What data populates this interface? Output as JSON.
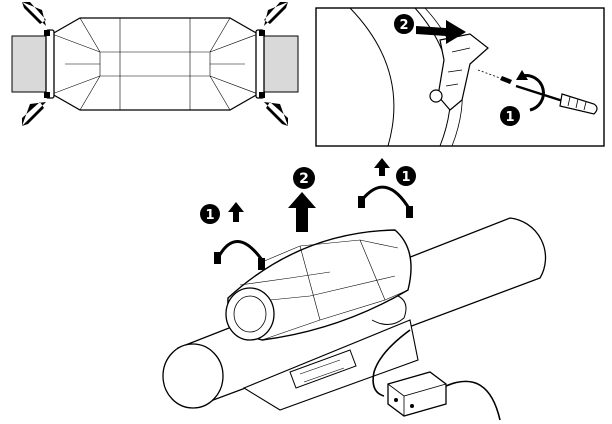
{
  "steps": {
    "inset_top_right": {
      "screw_removal_step": "1",
      "slide_clip_step": "2"
    },
    "main_view": {
      "clip_left_step": "1",
      "clip_right_step": "1",
      "lift_unit_step": "2"
    }
  },
  "colors": {
    "line": "#000000",
    "pipe_fill": "#d9d9d9",
    "background": "#ffffff",
    "badge": "#000000",
    "badge_text": "#ffffff"
  },
  "icons": [
    "press-arrow-icon",
    "lift-arrow-icon",
    "screwdriver-icon",
    "screw-icon",
    "number-badge-icon"
  ]
}
